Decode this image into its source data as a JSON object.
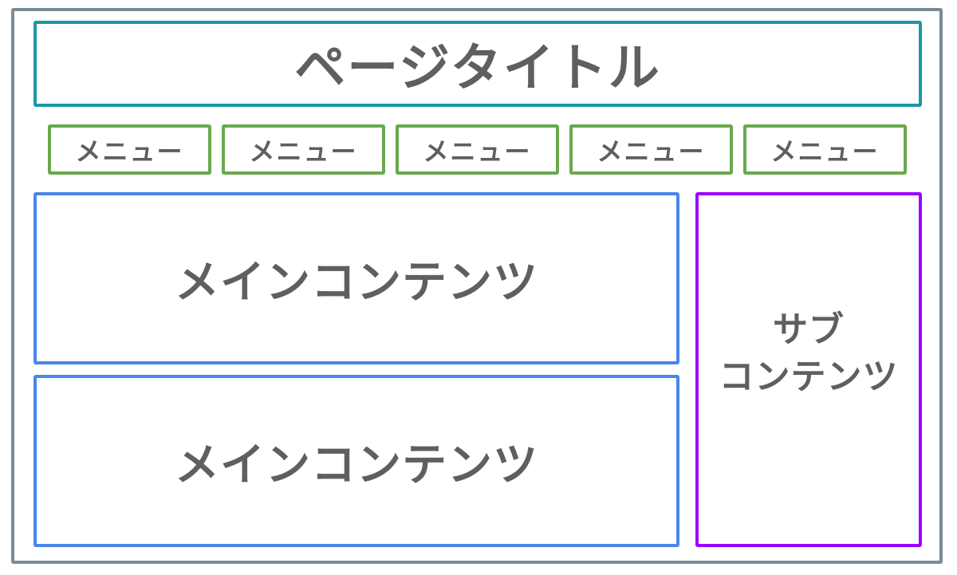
{
  "header": {
    "title": "ページタイトル"
  },
  "menu": {
    "items": [
      {
        "label": "メニュー"
      },
      {
        "label": "メニュー"
      },
      {
        "label": "メニュー"
      },
      {
        "label": "メニュー"
      },
      {
        "label": "メニュー"
      }
    ]
  },
  "main": {
    "sections": [
      {
        "label": "メインコンテンツ"
      },
      {
        "label": "メインコンテンツ"
      }
    ]
  },
  "sub": {
    "line1": "サブ",
    "line2": "コンテンツ"
  },
  "colors": {
    "frame": "#7b8b94",
    "title_border": "#1a97a6",
    "menu_border": "#6aa84f",
    "main_border": "#4a86e8",
    "sub_border": "#9900ff",
    "text": "#5f5f5f"
  }
}
